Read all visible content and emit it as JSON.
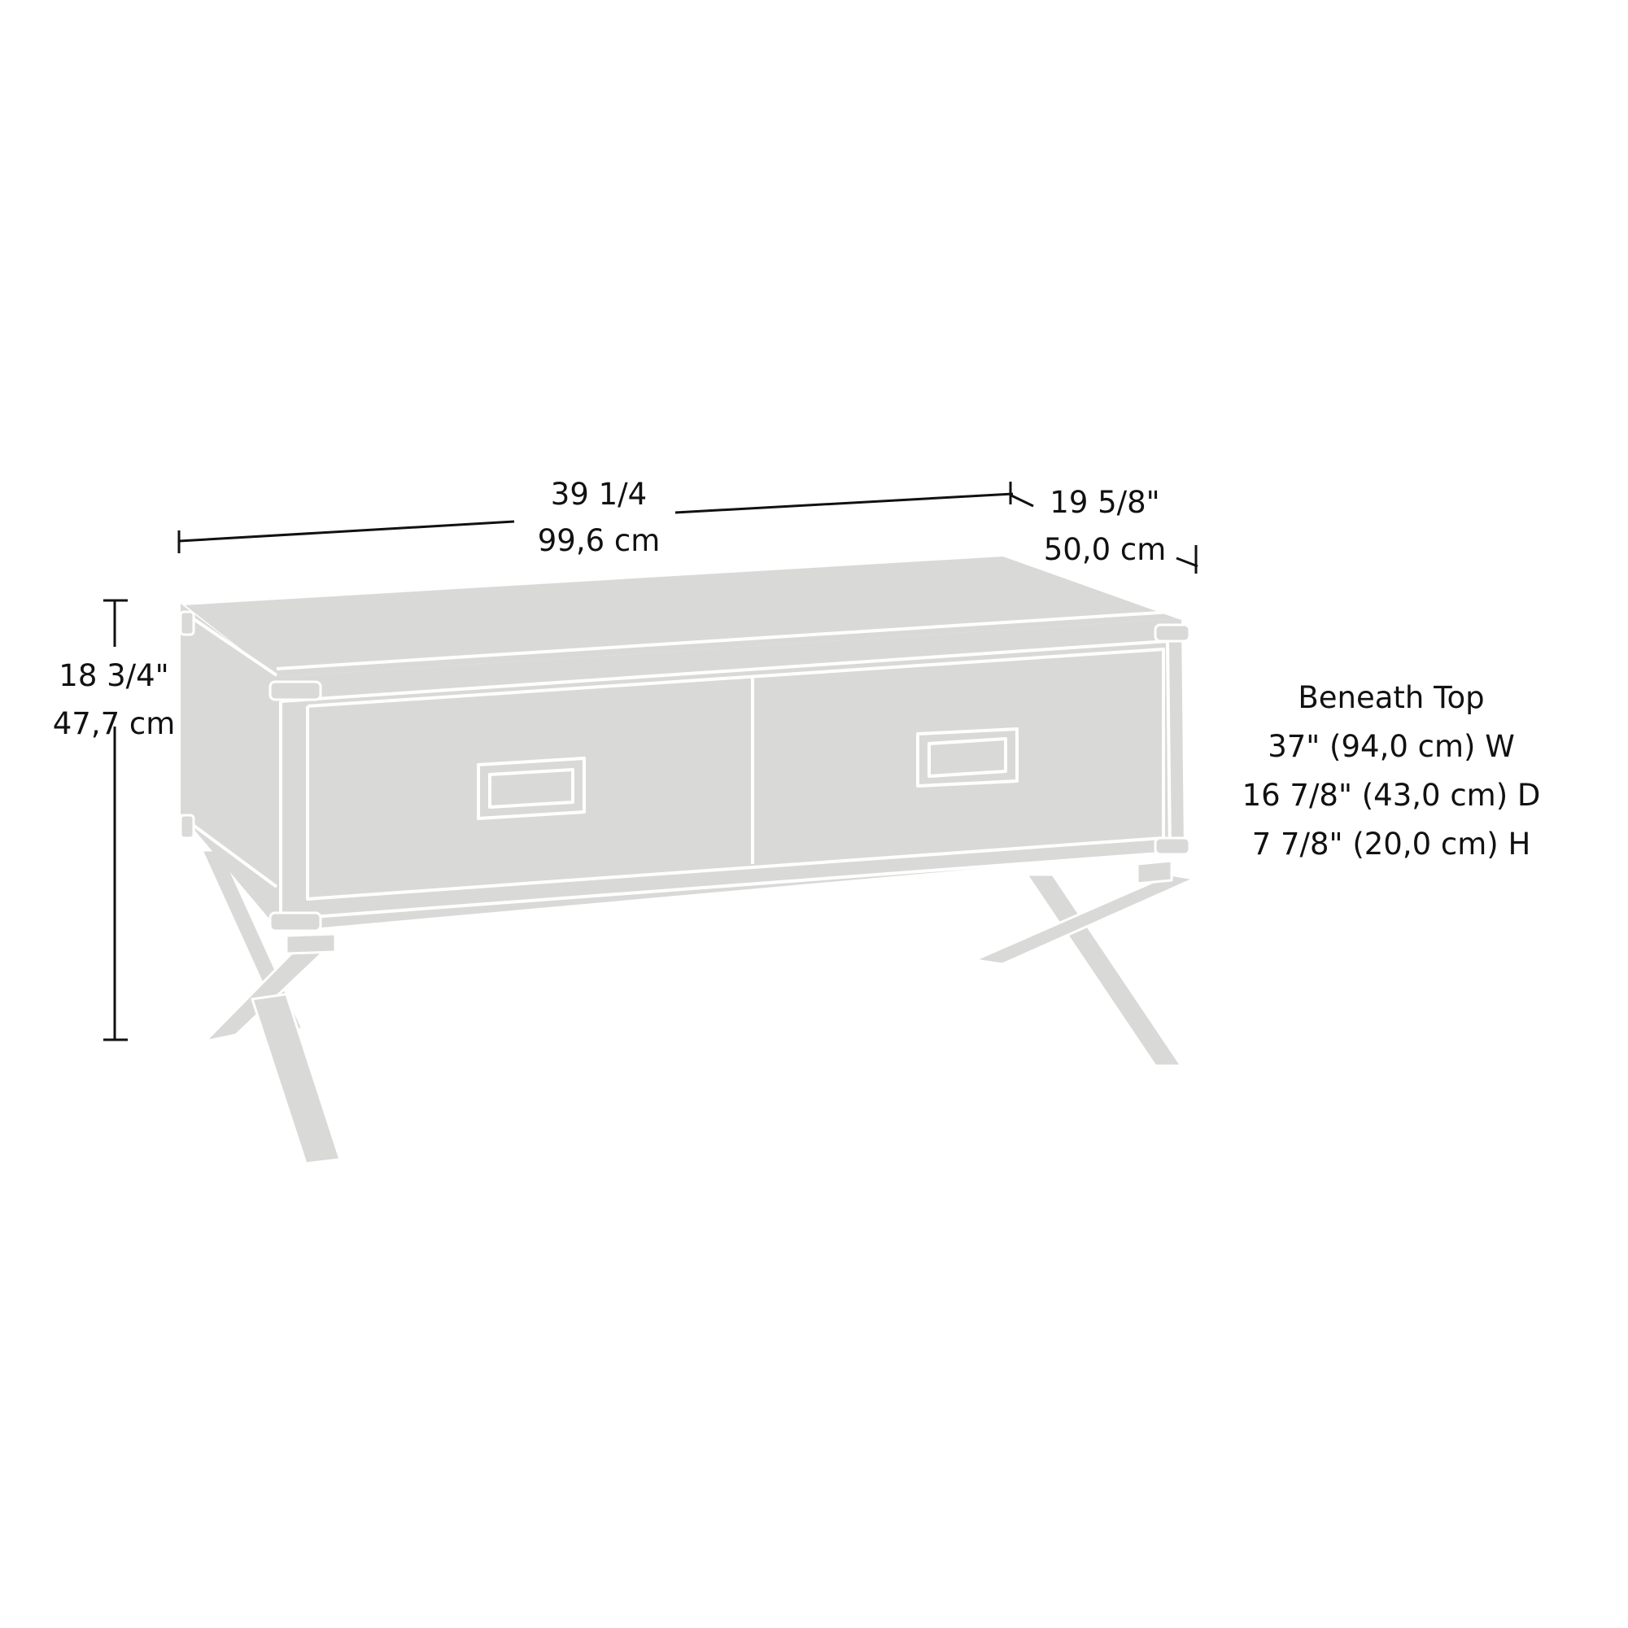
{
  "colors": {
    "background": "#ffffff",
    "furniture_fill": "#d9dad8",
    "outline": "#ffffff",
    "dimension_ink": "#111111"
  },
  "dimensions": {
    "width": {
      "imperial": "39 1/4",
      "metric": "99,6 cm"
    },
    "depth": {
      "imperial": "19 5/8\"",
      "metric": "50,0 cm"
    },
    "height": {
      "imperial": "18 3/4\"",
      "metric": "47,7 cm"
    }
  },
  "beneath_top": {
    "title": "Beneath Top",
    "width": "37\" (94,0 cm) W",
    "depth": "16 7/8\" (43,0 cm) D",
    "height": "7 7/8\" (20,0 cm) H"
  }
}
